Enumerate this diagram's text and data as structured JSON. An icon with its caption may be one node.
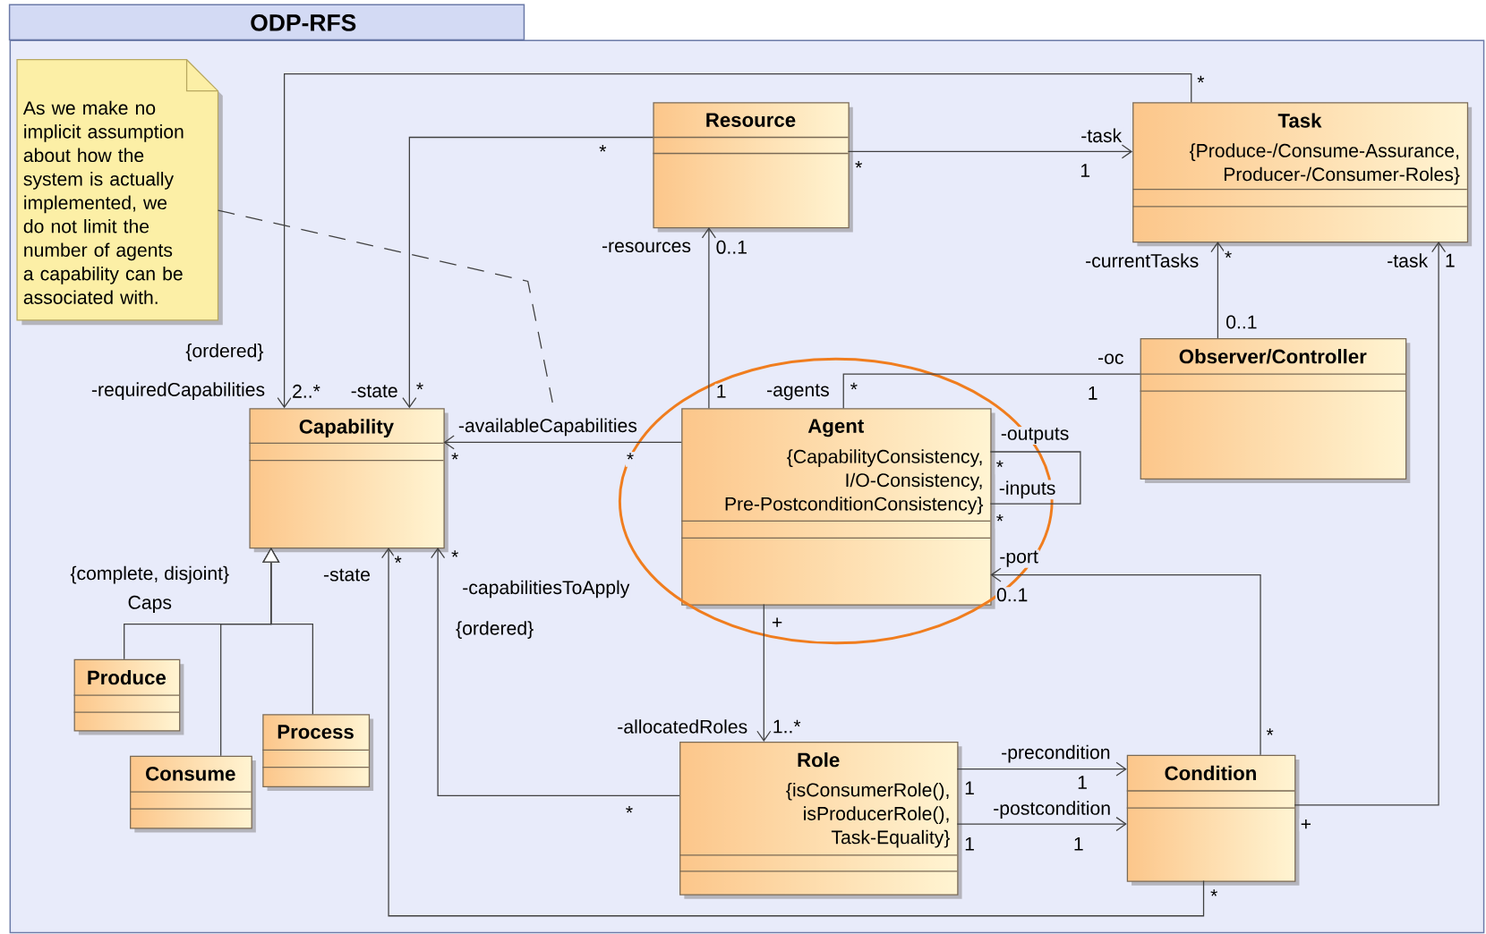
{
  "diagram": {
    "nodes": [
      {
        "text": [
          "ODP-RFS"
        ]
      },
      {
        "text": [
          "As we make no implicit assumption about how the system is actually implemented, we do not limit the number of agents a capability can be associated with."
        ],
        "in": 0
      },
      {
        "text": [
          "Resource"
        ],
        "in": 0
      },
      {
        "text": [
          "Task",
          "{Produce-/Consume-Assurance, Producer-/Consumer-Roles}"
        ],
        "in": 0
      },
      {
        "text": [
          "Observer/Controller"
        ],
        "in": 0
      },
      {
        "text": [
          "Capability"
        ],
        "in": 0
      },
      {
        "text": [
          "Agent",
          "{CapabilityConsistency, I/O-Consistency, Pre-PostconditionConsistency}"
        ],
        "in": 0
      },
      {
        "text": [
          "Produce"
        ],
        "in": 0
      },
      {
        "text": [
          "Process"
        ],
        "in": 0
      },
      {
        "text": [
          "Consume"
        ],
        "in": 0
      },
      {
        "text": [
          "Role",
          "{isConsumerRole(), isProducerRole(), Task-Equality}"
        ],
        "in": 0
      },
      {
        "text": [
          "Condition"
        ],
        "in": 0
      }
    ],
    "edges": [
      {
        "from": 3,
        "to": 5,
        "arrow": "to"
      },
      {
        "from": 2,
        "to": 5,
        "arrow": "to"
      },
      {
        "from": 2,
        "to": 3,
        "arrow": "to"
      },
      {
        "from": 6,
        "to": 2,
        "arrow": "to"
      },
      {
        "from": 6,
        "to": 5,
        "arrow": "to"
      },
      {
        "from": 4,
        "to": 6,
        "arrow": "none"
      },
      {
        "from": 4,
        "to": 3,
        "arrow": "to"
      },
      {
        "from": 6,
        "to": 6,
        "arrow": "none"
      },
      {
        "from": 11,
        "to": 6,
        "arrow": "to"
      },
      {
        "from": 11,
        "to": 3,
        "arrow": "to"
      },
      {
        "from": 6,
        "to": 10,
        "arrow": "to"
      },
      {
        "from": 10,
        "to": 5,
        "arrow": "to"
      },
      {
        "from": 10,
        "to": 11,
        "arrow": "to"
      },
      {
        "from": 10,
        "to": 11,
        "arrow": "to"
      },
      {
        "from": 11,
        "to": 5,
        "arrow": "to"
      },
      {
        "from": 7,
        "to": 5,
        "arrow": "to"
      },
      {
        "from": 9,
        "to": 5,
        "arrow": "to"
      },
      {
        "from": 8,
        "to": 5,
        "arrow": "to"
      },
      {
        "from": 1,
        "to": null,
        "arrow": "none",
        "style": "dashed"
      }
    ],
    "labels": [
      "*",
      "-task",
      "*",
      "*",
      "1",
      "-resources",
      "0..1",
      "-currentTasks",
      "*",
      "-task",
      "1",
      "0..1",
      "{ordered}",
      "-oc",
      "-requiredCapabilities",
      "2..*",
      "-state",
      "*",
      "1",
      "-agents",
      "*",
      "1",
      "-availableCapabilities",
      "-outputs",
      "*",
      "*",
      "*",
      "-inputs",
      "*",
      "*",
      "-port",
      "*",
      "{complete, disjoint}",
      "-state",
      "-capabilitiesToApply",
      "0..1",
      "Caps",
      "+",
      "{ordered}",
      "-allocatedRoles",
      "1..*",
      "*",
      "-precondition",
      "1",
      "1",
      "*",
      "-postcondition",
      "+",
      "1",
      "1",
      "*"
    ]
  }
}
